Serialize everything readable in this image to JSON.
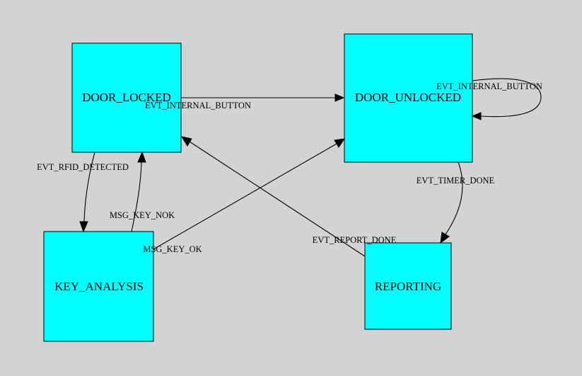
{
  "diagram": {
    "background": "#d3d3d3",
    "node_fill": "#00ffff",
    "nodes": {
      "door_locked": "DOOR_LOCKED",
      "door_unlocked": "DOOR_UNLOCKED",
      "key_analysis": "KEY_ANALYSIS",
      "reporting": "REPORTING"
    },
    "edges": {
      "locked_to_unlocked": "EVT_INTERNAL_BUTTON",
      "unlocked_self": "EVT_INTERNAL_BUTTON",
      "locked_to_key_analysis": "EVT_RFID_DETECTED",
      "key_analysis_to_locked": "MSG_KEY_NOK",
      "key_analysis_to_unlocked": "MSG_KEY_OK",
      "unlocked_to_reporting": "EVT_TIMER_DONE",
      "reporting_to_locked": "EVT_REPORT_DONE"
    }
  }
}
